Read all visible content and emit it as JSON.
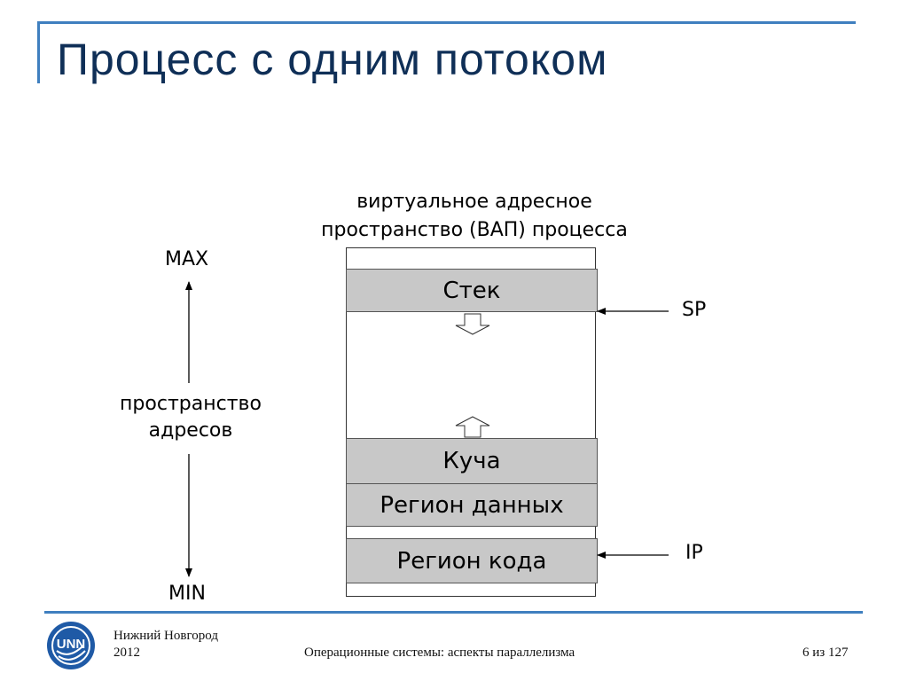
{
  "slide": {
    "title": "Процесс с одним потоком",
    "caption_line1": "виртуальное адресное",
    "caption_line2": "пространство (ВАП) процесса"
  },
  "diagram": {
    "max_label": "MAX",
    "min_label": "MIN",
    "space_label_line1": "пространство",
    "space_label_line2": "адресов",
    "regions": {
      "stack": "Стек",
      "heap": "Куча",
      "data": "Регион данных",
      "code": "Регион кода"
    },
    "pointers": {
      "sp": "SP",
      "ip": "IP"
    }
  },
  "footer": {
    "city": "Нижний Новгород",
    "year": "2012",
    "course": "Операционные системы: аспекты параллелизма",
    "page": "6 из 127",
    "logo_text": "UNN"
  },
  "colors": {
    "accent": "#3f7fbf",
    "title": "#0f2f57",
    "region_fill": "#c8c8c8",
    "logo": "#1f5aa6"
  }
}
